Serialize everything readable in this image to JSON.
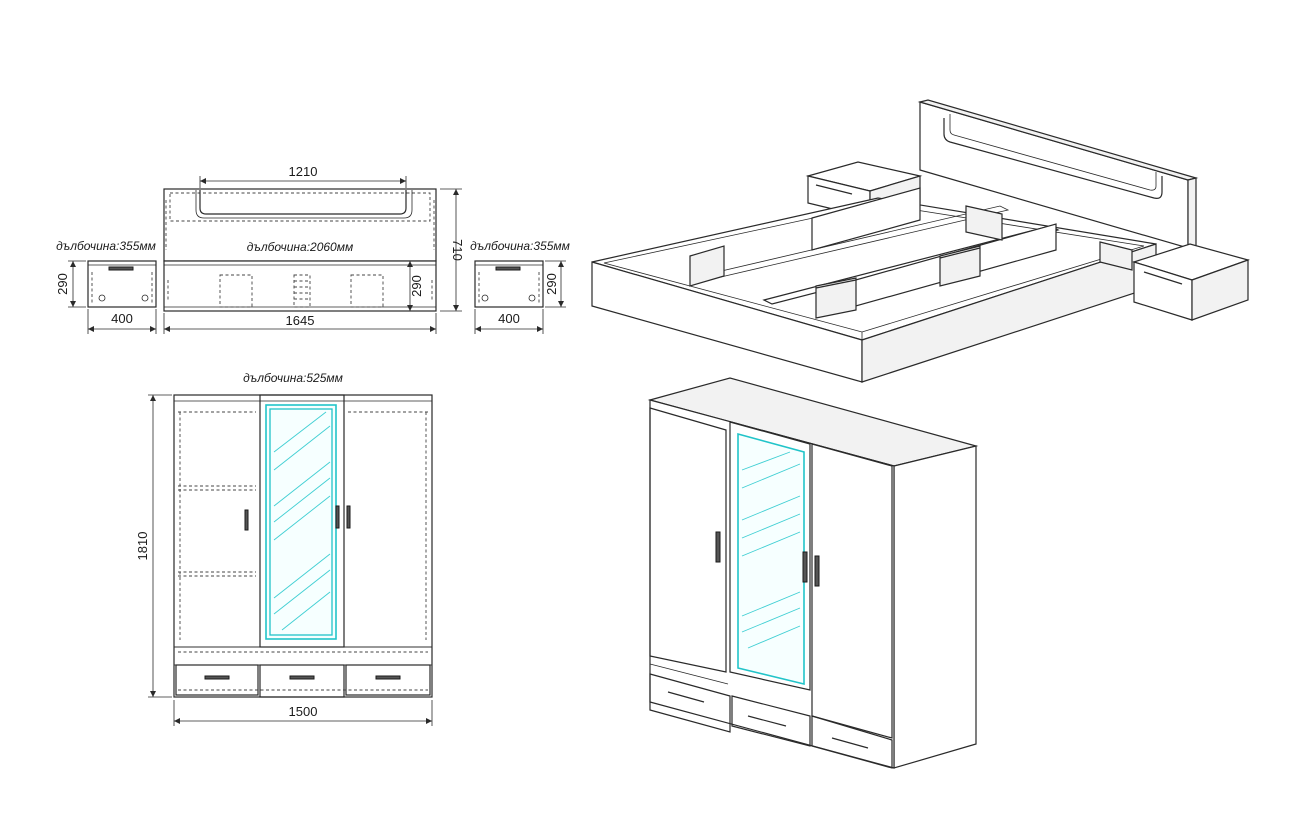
{
  "bed_front_view": {
    "headboard_panel_width": "1210",
    "overall_width": "1645",
    "height": "710",
    "base_height": "290",
    "depth_label": "дълбочина:2060мм"
  },
  "nightstand_left": {
    "width": "400",
    "height": "290",
    "depth_label": "дълбочина:355мм"
  },
  "nightstand_right": {
    "width": "400",
    "height": "290",
    "depth_label": "дълбочина:355мм"
  },
  "wardrobe_front_view": {
    "width": "1500",
    "height": "1810",
    "depth_label": "дълбочина:525мм"
  },
  "colors": {
    "line": "#2a2a2a",
    "mirror": "#22c4c9"
  }
}
